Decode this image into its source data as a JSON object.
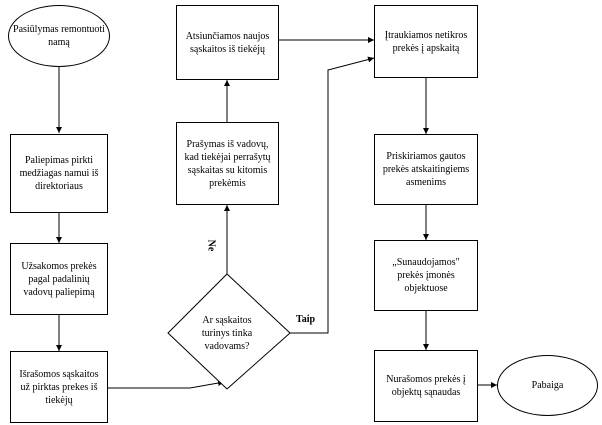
{
  "nodes": {
    "start": "Pasiūlymas remontuoti namą",
    "n1": "Paliepimas pirkti medžiagas namui iš direktoriaus",
    "n2": "Užsakomos prekės pagal padalinių vadovų paliepimą",
    "n3": "Išrašomos sąskaitos už pirktas prekes iš tiekėjų",
    "decision": "Ar sąskaitos turinys tinka vadovams?",
    "n4": "Prašymas iš vadovų, kad tiekėjai perrašytų sąskaitas su kitomis prekėmis",
    "n5": "Atsiunčiamos naujos sąskaitos iš tiekėjų",
    "n6": "Įtraukiamos netikros prekės į apskaitą",
    "n7": "Priskiriamos gautos prekės atskaitingiems asmenims",
    "n8": "„Sunaudojamos\" prekės įmonės objektuose",
    "n9": "Nurašomos prekės į objektų sąnaudas",
    "end": "Pabaiga"
  },
  "edges": {
    "no": "Ne",
    "yes": "Taip"
  }
}
